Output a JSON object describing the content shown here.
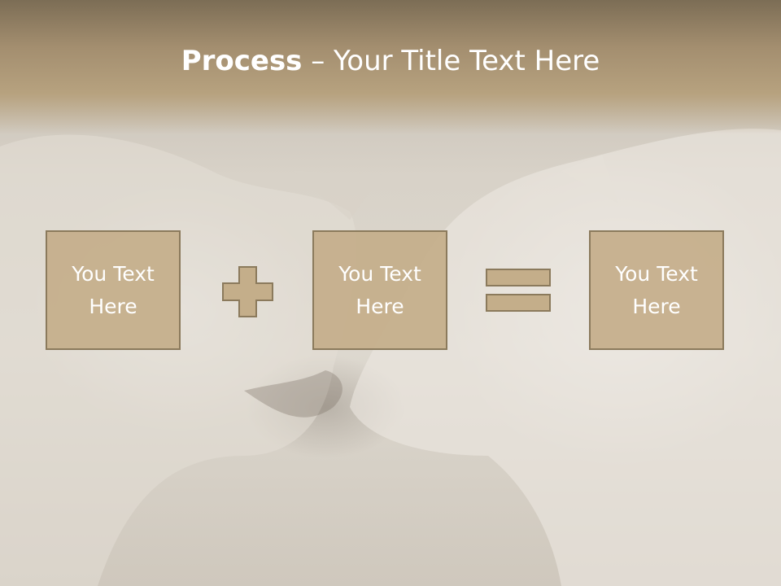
{
  "title": {
    "bold": "Process",
    "rest": " – Your Title Text Here"
  },
  "boxes": [
    {
      "label": "You Text Here"
    },
    {
      "label": "You Text Here"
    },
    {
      "label": "You Text Here"
    }
  ],
  "operators": [
    "plus-icon",
    "equals-icon"
  ],
  "colors": {
    "title_band": "#a38e6f",
    "box_fill": "#c4ae8a",
    "box_border": "#8b7a5c",
    "text": "#ffffff"
  },
  "background": "wolves-photo"
}
